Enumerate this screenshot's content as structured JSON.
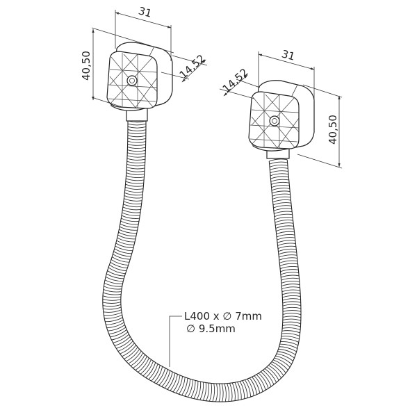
{
  "drawing": {
    "title": "Flexible cable transfer loop with two end caps",
    "left_cap": {
      "width_label": "31",
      "height_label": "40,50",
      "depth_label": "14,52"
    },
    "right_cap": {
      "width_label": "31",
      "height_label": "40,50",
      "depth_label": "14,52"
    },
    "hose_callout": {
      "line1": "L400 x ∅ 7mm",
      "line2": "∅ 9.5mm"
    }
  }
}
